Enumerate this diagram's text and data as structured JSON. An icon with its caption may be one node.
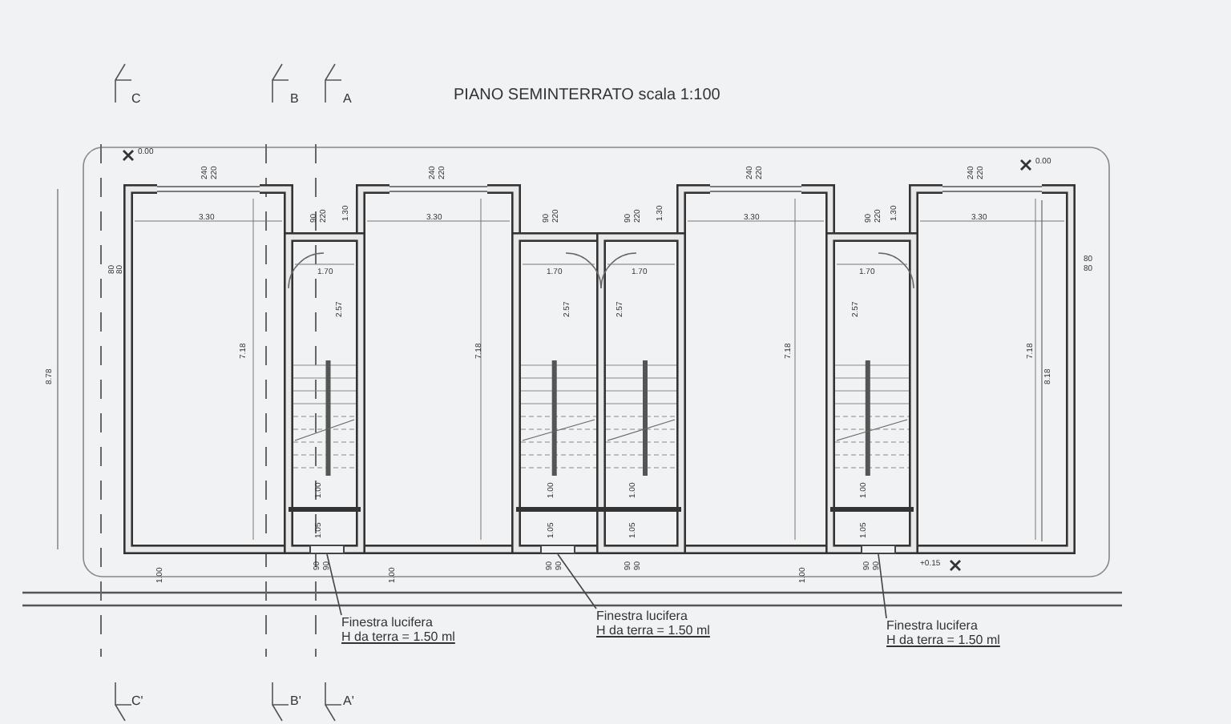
{
  "diagram": {
    "title": "PIANO SEMINTERRATO scala 1:100",
    "nodes": [
      {
        "text": [
          "Finestra lucifera",
          "H da terra = 1.50 ml"
        ]
      },
      {
        "text": [
          "Finestra lucifera",
          "H da terra = 1.50 ml"
        ]
      },
      {
        "text": [
          "Finestra lucifera",
          "H da terra = 1.50 ml"
        ]
      },
      {
        "text": [],
        "shape": "box"
      },
      {
        "text": [],
        "shape": "box"
      },
      {
        "text": [],
        "shape": "box"
      }
    ],
    "edges": [
      {
        "from": 0,
        "to": 3,
        "arrow": "none"
      },
      {
        "from": 1,
        "to": 4,
        "arrow": "none"
      },
      {
        "from": 2,
        "to": 5,
        "arrow": "none"
      }
    ],
    "labels": [
      "C",
      "B",
      "A",
      "0.00",
      "0.00",
      "240",
      "220",
      "240",
      "220",
      "240",
      "220",
      "240",
      "220",
      "1.30",
      "1.30",
      "1.30",
      "90",
      "220",
      "90",
      "220",
      "90",
      "220",
      "90",
      "220",
      "3.30",
      "3.30",
      "3.30",
      "3.30",
      "80",
      "80",
      "80",
      "80",
      "1.70",
      "1.70",
      "1.70",
      "1.70",
      "2.57",
      "2.57",
      "2.57",
      "2.57",
      "8.78",
      "7.18",
      "7.18",
      "7.18",
      "7.18",
      "8.18",
      "1.00",
      "1.00",
      "1.00",
      "1.00",
      "1.05",
      "1.05",
      "1.05",
      "1.05",
      "90",
      "90",
      "90",
      "90",
      "90",
      "90",
      "90",
      "90",
      "1.00",
      "1.00",
      "1.00",
      "+0.15",
      "C'",
      "B'",
      "A'"
    ]
  }
}
